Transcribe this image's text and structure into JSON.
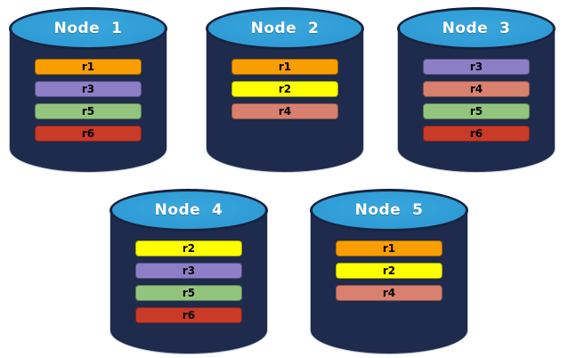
{
  "colors": {
    "background": "#ffffff",
    "cylinder_body": "#1E2B4C",
    "cylinder_top": "#2F9BD5",
    "cylinder_top_highlight": "#3aa6dd",
    "cylinder_top_shadow": "#2789c2",
    "cylinder_outline": "#17233F",
    "cylinder_outer_edge": "#c3cbd8",
    "label_text": "#ffffff",
    "bar_text": "#000000"
  },
  "replica_colors": {
    "r1": "#F99E00",
    "r2": "#FEFF00",
    "r3": "#8D7EC7",
    "r4": "#D9806F",
    "r5": "#93C47D",
    "r6": "#C93A27"
  },
  "nodes": [
    {
      "label": "Node  1",
      "replicas": [
        "r1",
        "r3",
        "r5",
        "r6"
      ]
    },
    {
      "label": "Node  2",
      "replicas": [
        "r1",
        "r2",
        "r4"
      ]
    },
    {
      "label": "Node  3",
      "replicas": [
        "r3",
        "r4",
        "r5",
        "r6"
      ]
    },
    {
      "label": "Node  4",
      "replicas": [
        "r2",
        "r3",
        "r5",
        "r6"
      ]
    },
    {
      "label": "Node  5",
      "replicas": [
        "r1",
        "r2",
        "r4"
      ]
    }
  ]
}
